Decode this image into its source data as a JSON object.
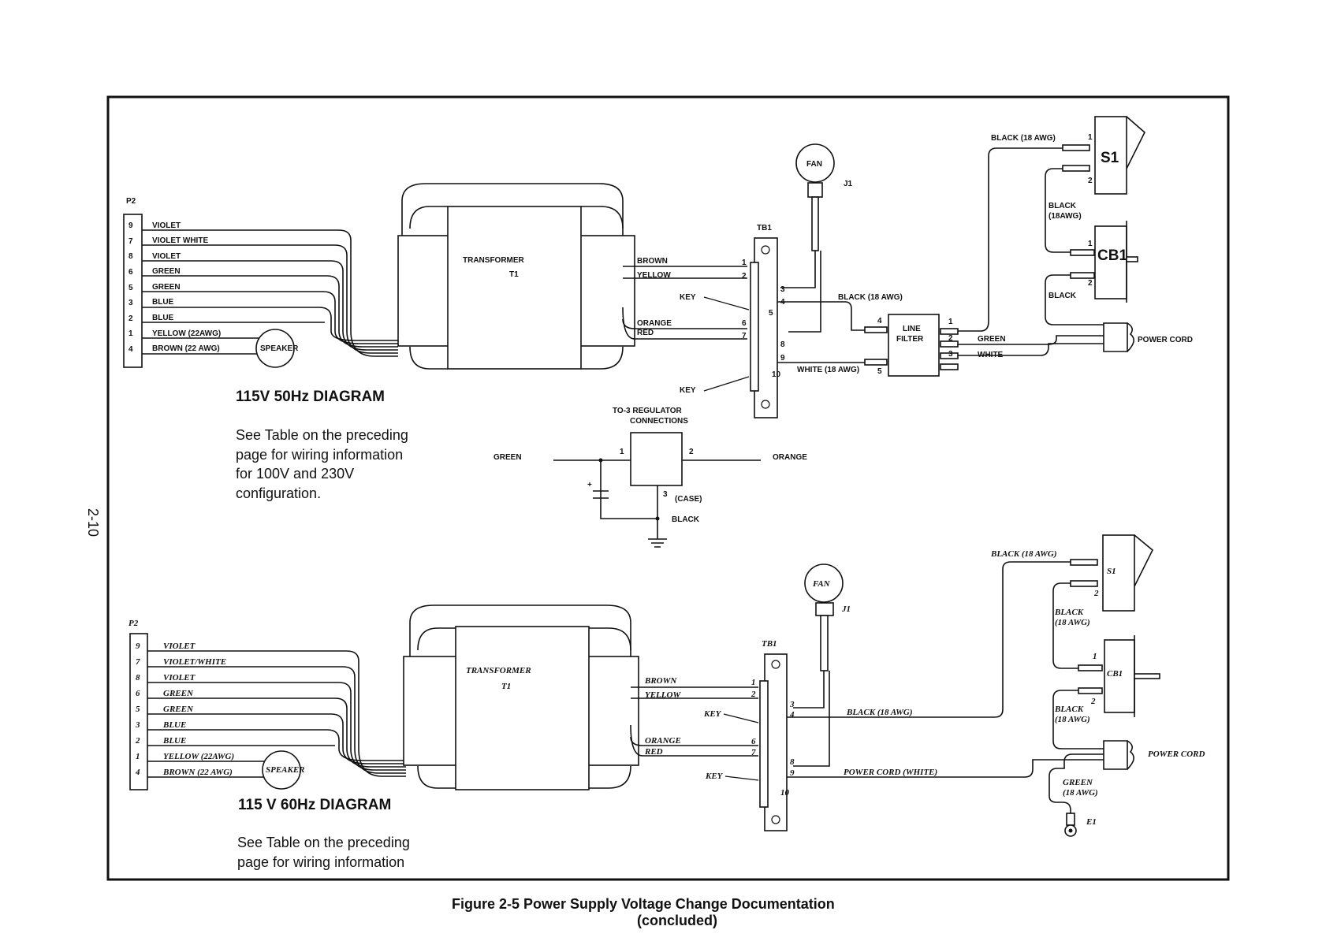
{
  "page_number": "2-10",
  "caption": {
    "line1": "Figure 2-5  Power Supply Voltage Change Documentation",
    "line2": "(concluded)"
  },
  "top": {
    "title": "115V 50Hz DIAGRAM",
    "note": [
      "See Table on the preceding",
      "page for wiring information",
      "for 100V and 230V",
      "configuration."
    ],
    "connector": "P2",
    "pins": [
      "9",
      "7",
      "8",
      "6",
      "5",
      "3",
      "2",
      "1",
      "4"
    ],
    "wires": [
      "VIOLET",
      "VIOLET  WHITE",
      "VIOLET",
      "GREEN",
      "GREEN",
      "BLUE",
      "BLUE",
      "YELLOW   (22AWG)",
      "BROWN  (22 AWG)"
    ],
    "speaker": "SPEAKER",
    "transformer": [
      "TRANSFORMER",
      "T1"
    ],
    "fan": "FAN",
    "fan_ref": "J1",
    "terminal_block": "TB1",
    "tb_wires": [
      "BROWN",
      "YELLOW",
      "ORANGE",
      "RED"
    ],
    "tb_terms": [
      "1",
      "2",
      "3",
      "4",
      "5",
      "6",
      "7",
      "8",
      "9",
      "10"
    ],
    "key": "KEY",
    "black_18": "BLACK (18 AWG)",
    "white_18": "WHITE (18 AWG)",
    "line_filter": [
      "LINE",
      "FILTER"
    ],
    "lf_terms": [
      "4",
      "5",
      "1",
      "2",
      "3"
    ],
    "green": "GREEN",
    "white": "WHITE",
    "black_18_s1": "BLACK (18 AWG)",
    "s1": "S1",
    "s1_terms": [
      "1",
      "2"
    ],
    "black_18_between": [
      "BLACK",
      "(18AWG)"
    ],
    "cb1": "CB1",
    "cb1_terms": [
      "1",
      "2"
    ],
    "black": "BLACK",
    "power_cord": "POWER  CORD",
    "regulator_title": [
      "TO-3  REGULATOR",
      "CONNECTIONS"
    ],
    "reg_green": "GREEN",
    "reg_orange": "ORANGE",
    "reg_pins": [
      "1",
      "2",
      "3"
    ],
    "reg_case": "(CASE)",
    "reg_black": "BLACK",
    "reg_plus": "+"
  },
  "bottom": {
    "title": "115 V 60Hz DIAGRAM",
    "note": [
      "See Table on the preceding",
      "page for wiring information"
    ],
    "connector": "P2",
    "pins": [
      "9",
      "7",
      "8",
      "6",
      "5",
      "3",
      "2",
      "1",
      "4"
    ],
    "wires": [
      "VIOLET",
      "VIOLET/WHITE",
      "VIOLET",
      "GREEN",
      "GREEN",
      "BLUE",
      "BLUE",
      "YELLOW (22AWG)",
      "BROWN (22 AWG)"
    ],
    "speaker": "SPEAKER",
    "transformer": [
      "TRANSFORMER",
      "T1"
    ],
    "fan": "FAN",
    "fan_ref": "J1",
    "terminal_block": "TB1",
    "tb_wires": [
      "BROWN",
      "YELLOW",
      "ORANGE",
      "RED"
    ],
    "tb_terms": [
      "1",
      "2",
      "3",
      "4",
      "6",
      "7",
      "8",
      "9",
      "10"
    ],
    "key": "KEY",
    "black_18": "BLACK (18 AWG)",
    "power_cord_white": "POWER CORD (WHITE)",
    "black_18_s1": "BLACK (18 AWG)",
    "s1": "S1",
    "s1_terms": [
      "2"
    ],
    "black_18_between": [
      "BLACK",
      "(18 AWG)"
    ],
    "cb1": "CB1",
    "cb1_terms": [
      "1",
      "2"
    ],
    "black_18_cb": [
      "BLACK",
      "(18 AWG)"
    ],
    "power_cord": "POWER CORD",
    "green_18": [
      "GREEN",
      "(18 AWG)"
    ],
    "e1": "E1"
  }
}
